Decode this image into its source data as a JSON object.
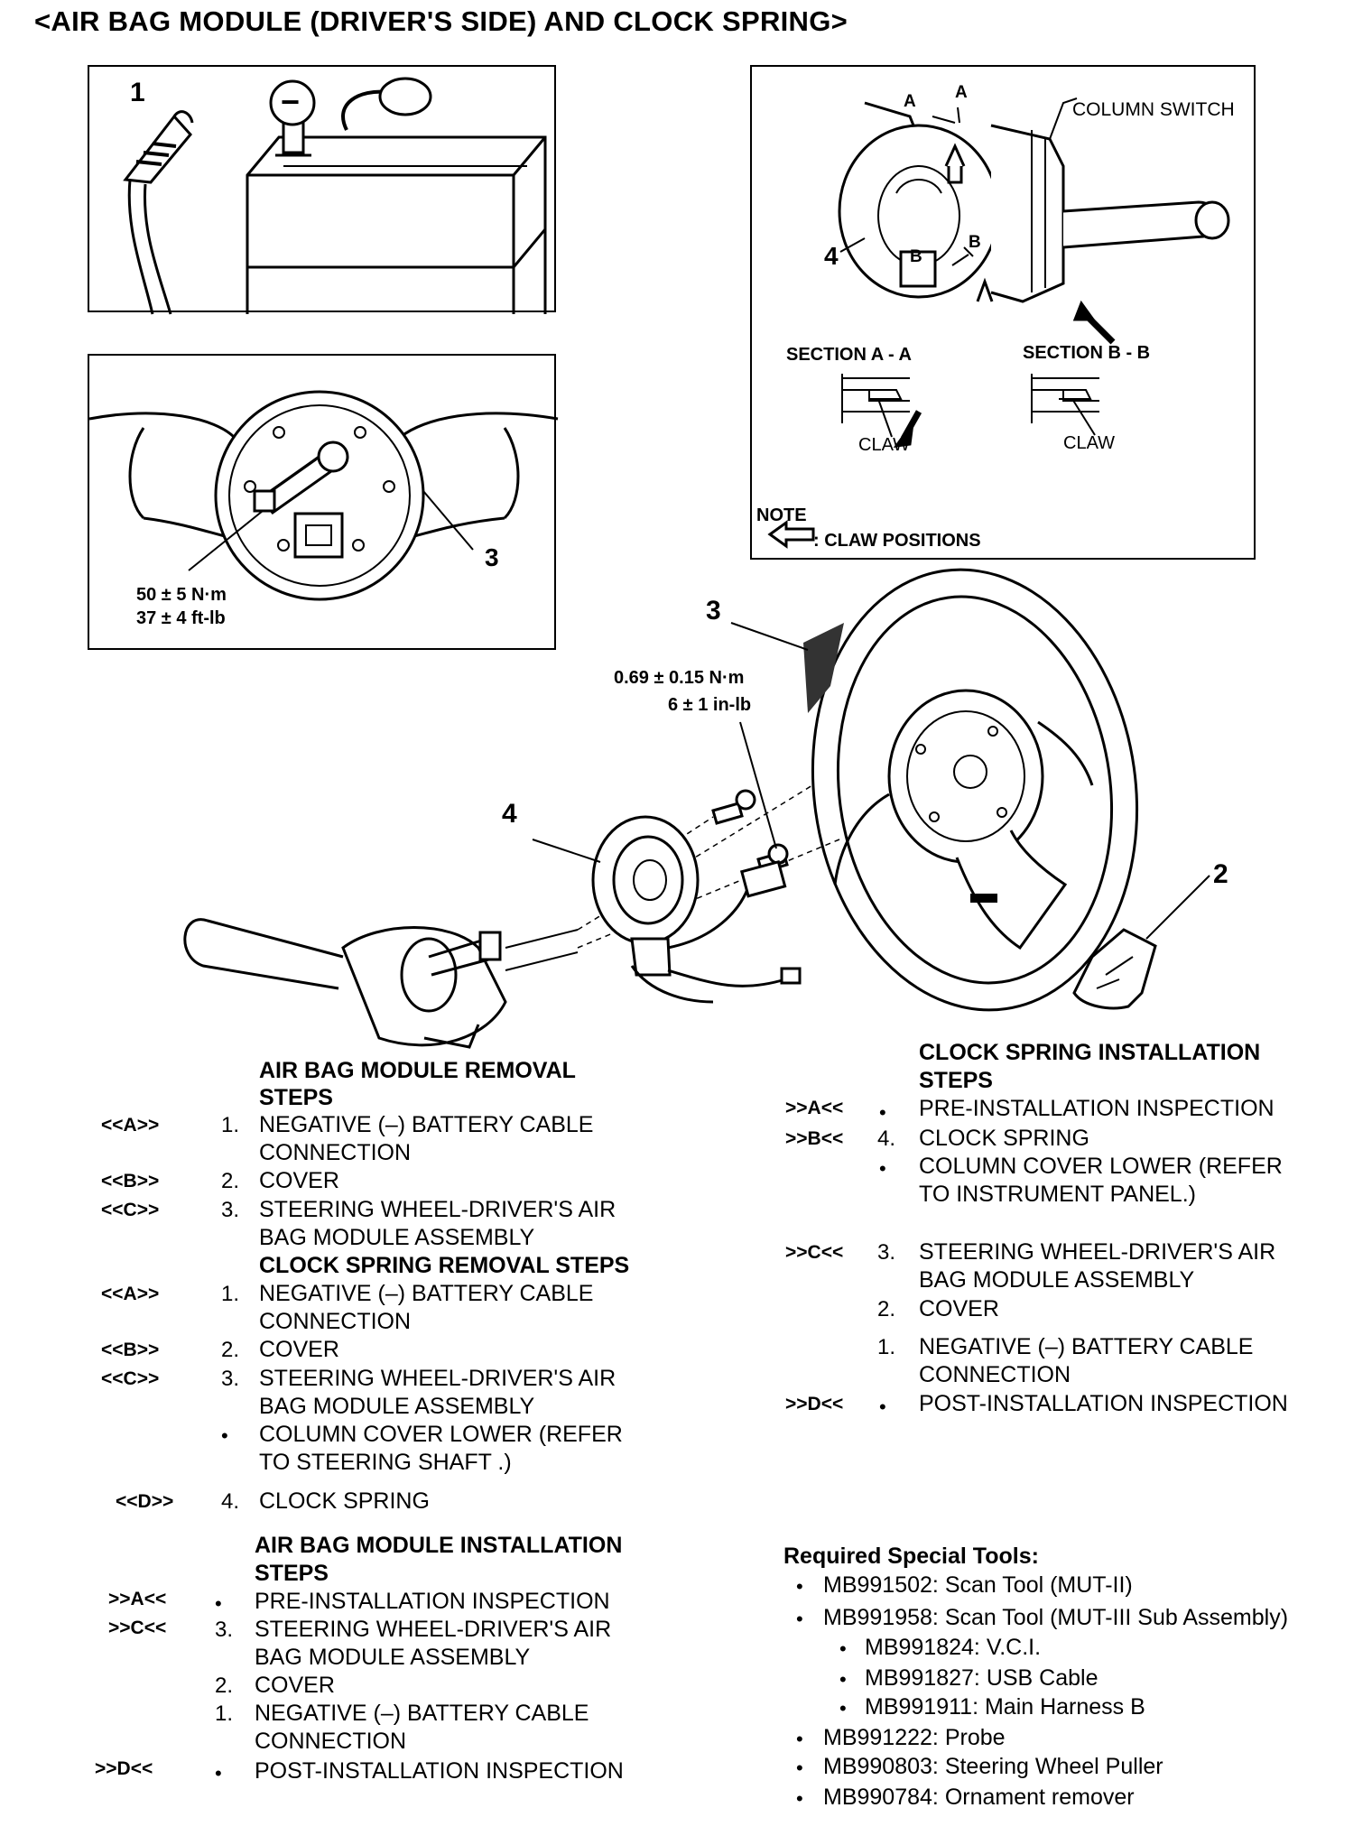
{
  "title": "<AIR BAG MODULE (DRIVER'S SIDE) AND CLOCK SPRING>",
  "figure": {
    "battery_label": "1",
    "negative_symbol": "−",
    "wheel_small_label": "3",
    "torque_wheel_line1": "50 ± 5 N·m",
    "torque_wheel_line2": "37 ± 4 ft-lb",
    "column_switch": "COLUMN SWITCH",
    "clock_label": "4",
    "sec_a": "A",
    "sec_b": "B",
    "section_aa": "SECTION A - A",
    "section_bb": "SECTION B - B",
    "claw": "CLAW",
    "note": "NOTE",
    "note_text": ": CLAW POSITIONS",
    "main_wheel_label": "3",
    "torque_screw_line1": "0.69 ± 0.15 N·m",
    "torque_screw_line2": "6 ± 1 in-lb",
    "main_clock_label": "4",
    "cover_label": "2"
  },
  "removal": {
    "heading1": "AIR BAG MODULE REMOVAL",
    "heading2": "STEPS",
    "items": [
      {
        "code": "<<A>>",
        "num": "1.",
        "l1": "NEGATIVE (–) BATTERY CABLE",
        "l2": "CONNECTION"
      },
      {
        "code": "<<B>>",
        "num": "2.",
        "l1": "COVER"
      },
      {
        "code": "<<C>>",
        "num": "3.",
        "l1": "STEERING WHEEL-DRIVER'S AIR",
        "l2": "BAG MODULE ASSEMBLY"
      }
    ]
  },
  "clock_removal": {
    "heading": "CLOCK SPRING REMOVAL STEPS",
    "items": [
      {
        "code": "<<A>>",
        "num": "1.",
        "l1": "NEGATIVE (–) BATTERY CABLE",
        "l2": "CONNECTION"
      },
      {
        "code": "<<B>>",
        "num": "2.",
        "l1": "COVER"
      },
      {
        "code": "<<C>>",
        "num": "3.",
        "l1": "STEERING WHEEL-DRIVER'S AIR",
        "l2": "BAG MODULE ASSEMBLY"
      },
      {
        "code": "",
        "num": "•",
        "l1": "COLUMN COVER LOWER (REFER",
        "l2": "TO STEERING SHAFT .)"
      },
      {
        "code": "<<D>>",
        "num": "4.",
        "l1": "CLOCK SPRING"
      }
    ]
  },
  "airbag_install": {
    "heading1": "AIR BAG MODULE INSTALLATION",
    "heading2": "STEPS",
    "items": [
      {
        "code": ">>A<<",
        "num": "•",
        "l1": "PRE-INSTALLATION INSPECTION"
      },
      {
        "code": ">>C<<",
        "num": "3.",
        "l1": "STEERING WHEEL-DRIVER'S AIR",
        "l2": "BAG MODULE ASSEMBLY"
      },
      {
        "code": "",
        "num": "2.",
        "l1": "COVER"
      },
      {
        "code": "",
        "num": "1.",
        "l1": "NEGATIVE (–) BATTERY CABLE",
        "l2": "CONNECTION"
      },
      {
        "code": ">>D<<",
        "num": "•",
        "l1": "POST-INSTALLATION INSPECTION"
      }
    ]
  },
  "clock_install": {
    "heading1": "CLOCK SPRING INSTALLATION",
    "heading2": "STEPS",
    "items": [
      {
        "code": ">>A<<",
        "num": "•",
        "l1": "PRE-INSTALLATION INSPECTION"
      },
      {
        "code": ">>B<<",
        "num": "4.",
        "l1": "CLOCK SPRING"
      },
      {
        "code": "",
        "num": "•",
        "l1": "COLUMN COVER LOWER (REFER",
        "l2": "TO INSTRUMENT PANEL.)"
      },
      {
        "code": ">>C<<",
        "num": "3.",
        "l1": "STEERING WHEEL-DRIVER'S AIR",
        "l2": "BAG MODULE ASSEMBLY"
      },
      {
        "code": "",
        "num": "2.",
        "l1": "COVER"
      },
      {
        "code": "",
        "num": "1.",
        "l1": "NEGATIVE (–) BATTERY CABLE",
        "l2": "CONNECTION"
      },
      {
        "code": ">>D<<",
        "num": "•",
        "l1": "POST-INSTALLATION INSPECTION"
      }
    ]
  },
  "tools": {
    "heading": "Required Special Tools:",
    "items": [
      "MB991502: Scan Tool (MUT-II)",
      "MB991958: Scan Tool (MUT-III Sub Assembly)",
      "MB991824: V.C.I.",
      "MB991827: USB Cable",
      "MB991911: Main Harness B",
      "MB991222: Probe",
      "MB990803: Steering Wheel Puller",
      "MB990784: Ornament remover"
    ]
  }
}
